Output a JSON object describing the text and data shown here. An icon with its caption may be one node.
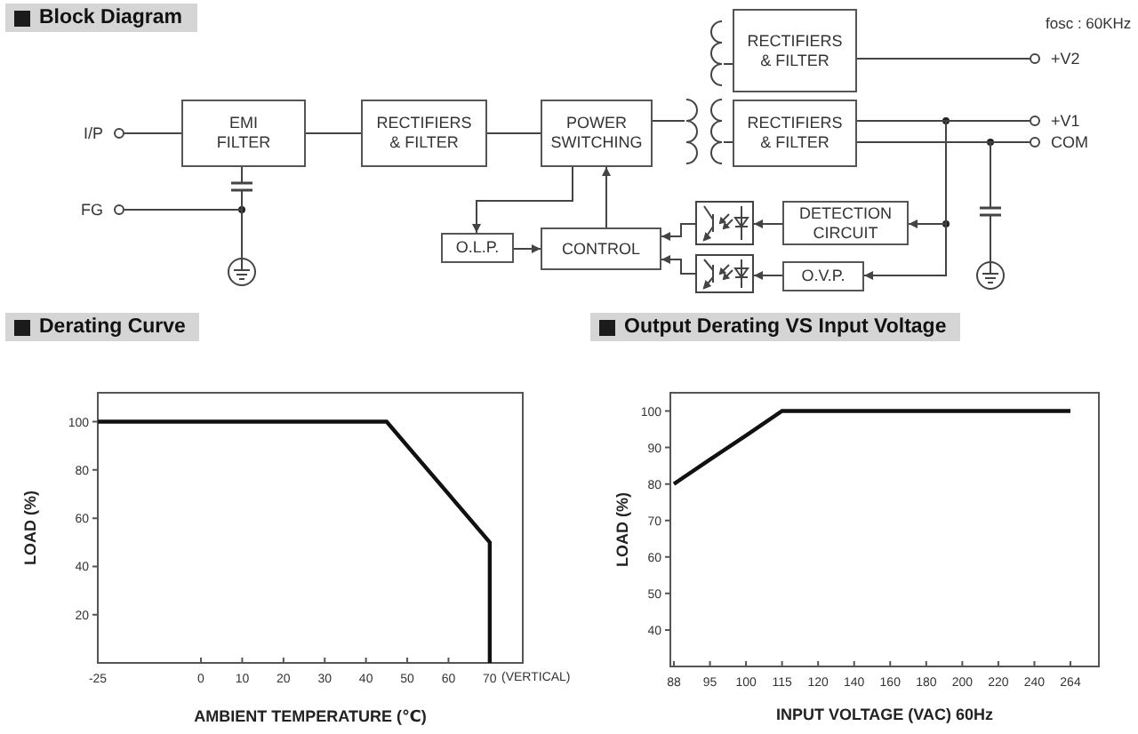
{
  "diagram": {
    "title": "Block Diagram",
    "nodes": [
      {
        "text": [
          "I/P"
        ]
      },
      {
        "text": [
          "EMI FILTER"
        ]
      },
      {
        "text": [
          "RECTIFIERS & FILTER"
        ]
      },
      {
        "text": [
          "POWER SWITCHING"
        ]
      },
      {
        "text": [],
        "shape": "picture"
      },
      {
        "text": [
          "RECTIFIERS & FILTER"
        ]
      },
      {
        "text": [
          "+V2"
        ]
      },
      {
        "text": [
          "RECTIFIERS & FILTER"
        ]
      },
      {
        "text": [
          "+V1"
        ]
      },
      {
        "text": [
          "COM"
        ]
      },
      {
        "text": [
          "FG"
        ]
      },
      {
        "text": [],
        "shape": "circle"
      },
      {
        "text": [
          "O.L.P."
        ]
      },
      {
        "text": [
          "CONTROL"
        ]
      },
      {
        "text": [],
        "shape": "picture"
      },
      {
        "text": [
          "DETECTION CIRCUIT"
        ]
      },
      {
        "text": [],
        "shape": "picture"
      },
      {
        "text": [
          "O.V.P."
        ]
      },
      {
        "text": [],
        "shape": "circle"
      }
    ],
    "edges": [
      {
        "from": 0,
        "to": 1,
        "arrow": "none"
      },
      {
        "from": 1,
        "to": 2,
        "arrow": "none"
      },
      {
        "from": 2,
        "to": 3,
        "arrow": "none"
      },
      {
        "from": 3,
        "to": 4,
        "arrow": "none"
      },
      {
        "from": 4,
        "to": 5,
        "arrow": "none"
      },
      {
        "from": 4,
        "to": 7,
        "arrow": "none"
      },
      {
        "from": 5,
        "to": 6,
        "arrow": "none"
      },
      {
        "from": 7,
        "to": 8,
        "arrow": "none"
      },
      {
        "from": 7,
        "to": 9,
        "arrow": "none"
      },
      {
        "from": 1,
        "to": 11,
        "arrow": "none"
      },
      {
        "from": 10,
        "to": 11,
        "arrow": "none"
      },
      {
        "from": 3,
        "to": 12,
        "arrow": "to"
      },
      {
        "from": 12,
        "to": 13,
        "arrow": "to"
      },
      {
        "from": 13,
        "to": 3,
        "arrow": "to"
      },
      {
        "from": 14,
        "to": 13,
        "arrow": "to"
      },
      {
        "from": 16,
        "to": 13,
        "arrow": "to"
      },
      {
        "from": 15,
        "to": 14,
        "arrow": "to"
      },
      {
        "from": 17,
        "to": 16,
        "arrow": "to"
      },
      {
        "from": 7,
        "to": 15,
        "arrow": "to"
      },
      {
        "from": 7,
        "to": 17,
        "arrow": "to"
      },
      {
        "from": 7,
        "to": 18,
        "arrow": "none"
      }
    ],
    "labels": [
      "fosc : 60KHz",
      "(VERTICAL)"
    ],
    "chart_data": [
      {
        "type": "line",
        "title": "Derating Curve",
        "xlabel": "AMBIENT TEMPERATURE (℃)",
        "ylabel": "LOAD (%)",
        "x": [
          -25,
          45,
          70,
          70
        ],
        "values": [
          100,
          100,
          50,
          0
        ],
        "xlim": [
          -25,
          78
        ],
        "ylim": [
          0,
          112
        ],
        "xticks": [
          -25,
          0,
          10,
          20,
          30,
          40,
          50,
          60,
          70
        ],
        "yticks": [
          20,
          40,
          60,
          80,
          100
        ]
      },
      {
        "type": "line",
        "title": "Output Derating VS Input Voltage",
        "xlabel": "INPUT VOLTAGE (VAC) 60Hz",
        "ylabel": "LOAD (%)",
        "categories": [
          "88",
          "95",
          "100",
          "115",
          "120",
          "140",
          "160",
          "180",
          "200",
          "220",
          "240",
          "264"
        ],
        "values": [
          80,
          86.7,
          93.3,
          100,
          100,
          100,
          100,
          100,
          100,
          100,
          100,
          100
        ],
        "ylim": [
          30,
          105
        ],
        "yticks": [
          40,
          50,
          60,
          70,
          80,
          90,
          100
        ]
      }
    ]
  }
}
